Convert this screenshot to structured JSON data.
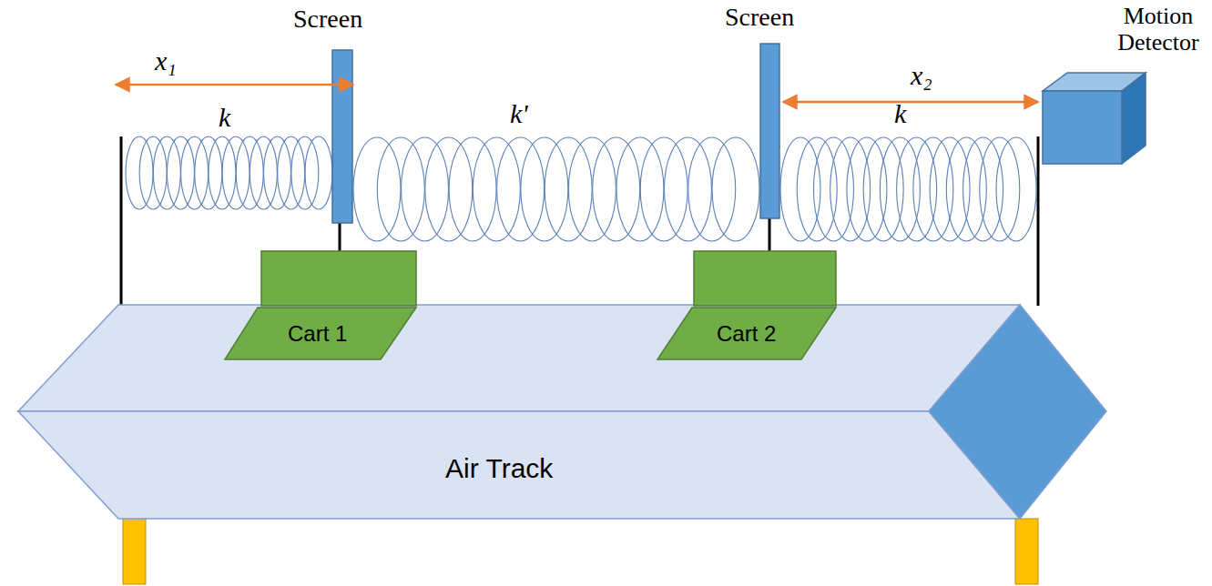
{
  "diagram": {
    "nodes": [
      {
        "text": [
          "Air Track"
        ]
      },
      {
        "text": [
          "Cart 1"
        ]
      },
      {
        "text": [
          "Cart 2"
        ]
      }
    ],
    "labels": [
      "Screen",
      "Screen",
      "Motion Detector",
      "x₁",
      "x₂",
      "k",
      "k'",
      "k"
    ]
  }
}
